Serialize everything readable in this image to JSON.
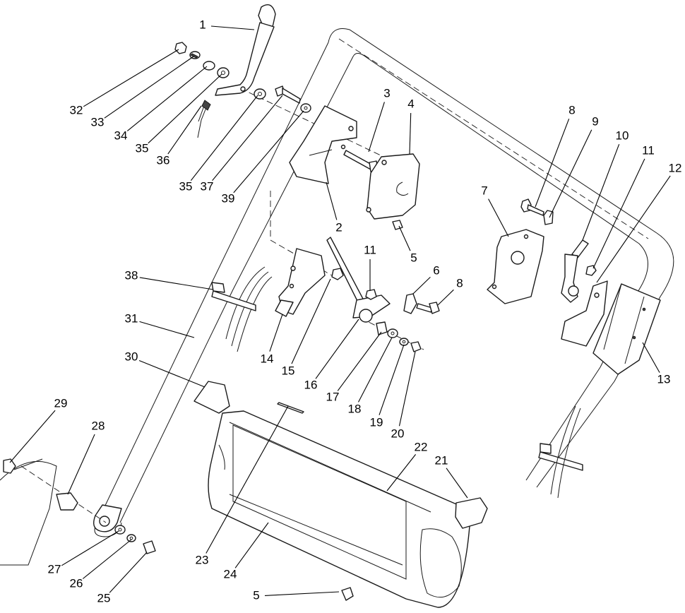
{
  "callouts": [
    {
      "label": "1"
    },
    {
      "label": "2"
    },
    {
      "label": "3"
    },
    {
      "label": "4"
    },
    {
      "label": "5"
    },
    {
      "label": "5"
    },
    {
      "label": "6"
    },
    {
      "label": "7"
    },
    {
      "label": "8"
    },
    {
      "label": "8"
    },
    {
      "label": "9"
    },
    {
      "label": "10"
    },
    {
      "label": "11"
    },
    {
      "label": "11"
    },
    {
      "label": "12"
    },
    {
      "label": "13"
    },
    {
      "label": "14"
    },
    {
      "label": "15"
    },
    {
      "label": "16"
    },
    {
      "label": "17"
    },
    {
      "label": "18"
    },
    {
      "label": "19"
    },
    {
      "label": "20"
    },
    {
      "label": "21"
    },
    {
      "label": "22"
    },
    {
      "label": "23"
    },
    {
      "label": "24"
    },
    {
      "label": "25"
    },
    {
      "label": "26"
    },
    {
      "label": "27"
    },
    {
      "label": "28"
    },
    {
      "label": "29"
    },
    {
      "label": "30"
    },
    {
      "label": "31"
    },
    {
      "label": "32"
    },
    {
      "label": "33"
    },
    {
      "label": "34"
    },
    {
      "label": "35"
    },
    {
      "label": "35"
    },
    {
      "label": "36"
    },
    {
      "label": "37"
    },
    {
      "label": "38"
    },
    {
      "label": "39"
    }
  ]
}
